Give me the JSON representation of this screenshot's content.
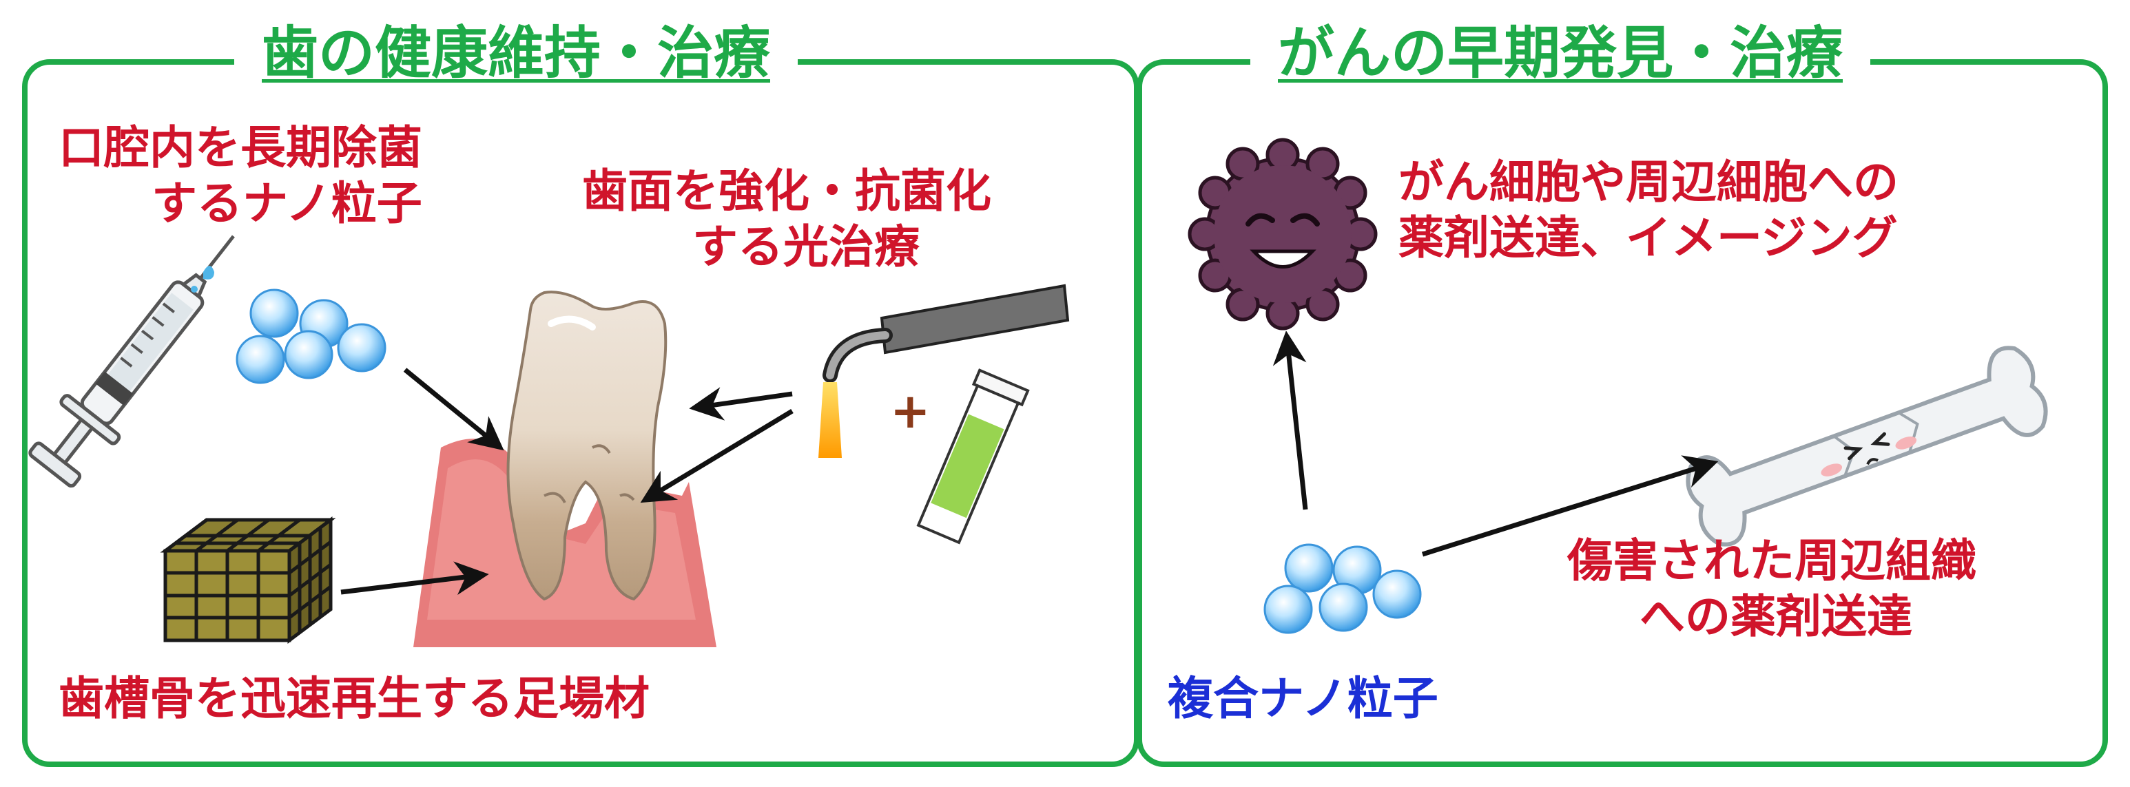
{
  "left_panel": {
    "title": "歯の健康維持・治療",
    "labels": {
      "nanoparticle_line1": "口腔内を長期除菌",
      "nanoparticle_line2": "するナノ粒子",
      "light_line1": "歯面を強化・抗菌化",
      "light_line2": "する光治療",
      "scaffold": "歯槽骨を迅速再生する足場材"
    },
    "plus_sign": "+"
  },
  "right_panel": {
    "title": "がんの早期発見・治療",
    "labels": {
      "cancer_line1": "がん細胞や周辺細胞への",
      "cancer_line2": "薬剤送達、イメージング",
      "tissue_line1": "傷害された周辺組織",
      "tissue_line2": "への薬剤送達",
      "composite": "複合ナノ粒子"
    }
  },
  "colors": {
    "frame_green": "#1eaa48",
    "label_red": "#d0142b",
    "label_blue": "#1b2fd6"
  },
  "icons": [
    "syringe-icon",
    "nanoparticle-cluster-icon",
    "tooth-icon",
    "gum-icon",
    "dental-light-icon",
    "paste-tube-icon",
    "scaffold-cube-icon",
    "cancer-cell-icon",
    "bone-icon"
  ]
}
